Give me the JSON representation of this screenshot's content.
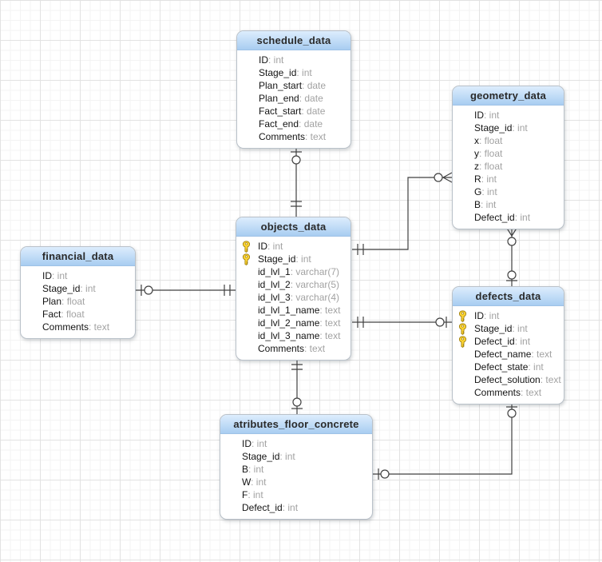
{
  "diagram": {
    "type": "entity-relationship-diagram",
    "colors": {
      "header_gradient_top": "#ddedfd",
      "header_gradient_bottom": "#a8cdf1",
      "relationship_line": "#404040",
      "field_name_text": "#141414",
      "field_type_text": "#a2a2a2",
      "key_icon": "#ffd633"
    },
    "tables": [
      {
        "name": "schedule_data",
        "fields": [
          {
            "name": "ID",
            "type": "int",
            "key": false
          },
          {
            "name": "Stage_id",
            "type": "int",
            "key": false
          },
          {
            "name": "Plan_start",
            "type": "date",
            "key": false
          },
          {
            "name": "Plan_end",
            "type": "date",
            "key": false
          },
          {
            "name": "Fact_start",
            "type": "date",
            "key": false
          },
          {
            "name": "Fact_end",
            "type": "date",
            "key": false
          },
          {
            "name": "Comments",
            "type": "text",
            "key": false
          }
        ]
      },
      {
        "name": "geometry_data",
        "fields": [
          {
            "name": "ID",
            "type": "int",
            "key": false
          },
          {
            "name": "Stage_id",
            "type": "int",
            "key": false
          },
          {
            "name": "x",
            "type": "float",
            "key": false
          },
          {
            "name": "y",
            "type": "float",
            "key": false
          },
          {
            "name": "z",
            "type": "float",
            "key": false
          },
          {
            "name": "R",
            "type": "int",
            "key": false
          },
          {
            "name": "G",
            "type": "int",
            "key": false
          },
          {
            "name": "B",
            "type": "int",
            "key": false
          },
          {
            "name": "Defect_id",
            "type": "int",
            "key": false
          }
        ]
      },
      {
        "name": "objects_data",
        "fields": [
          {
            "name": "ID",
            "type": "int",
            "key": true
          },
          {
            "name": "Stage_id",
            "type": "int",
            "key": true
          },
          {
            "name": "id_lvl_1",
            "type": "varchar(7)",
            "key": false
          },
          {
            "name": "id_lvl_2",
            "type": "varchar(5)",
            "key": false
          },
          {
            "name": "id_lvl_3",
            "type": "varchar(4)",
            "key": false
          },
          {
            "name": "id_lvl_1_name",
            "type": "text",
            "key": false
          },
          {
            "name": "id_lvl_2_name",
            "type": "text",
            "key": false
          },
          {
            "name": "id_lvl_3_name",
            "type": "text",
            "key": false
          },
          {
            "name": "Comments",
            "type": "text",
            "key": false
          }
        ]
      },
      {
        "name": "financial_data",
        "fields": [
          {
            "name": "ID",
            "type": "int",
            "key": false
          },
          {
            "name": "Stage_id",
            "type": "int",
            "key": false
          },
          {
            "name": "Plan",
            "type": "float",
            "key": false
          },
          {
            "name": "Fact",
            "type": "float",
            "key": false
          },
          {
            "name": "Comments",
            "type": "text",
            "key": false
          }
        ]
      },
      {
        "name": "defects_data",
        "fields": [
          {
            "name": "ID",
            "type": "int",
            "key": true
          },
          {
            "name": "Stage_id",
            "type": "int",
            "key": true
          },
          {
            "name": "Defect_id",
            "type": "int",
            "key": true
          },
          {
            "name": "Defect_name",
            "type": "text",
            "key": false
          },
          {
            "name": "Defect_state",
            "type": "int",
            "key": false
          },
          {
            "name": "Defect_solution",
            "type": "text",
            "key": false
          },
          {
            "name": "Comments",
            "type": "text",
            "key": false
          }
        ]
      },
      {
        "name": "atributes_floor_concrete",
        "fields": [
          {
            "name": "ID",
            "type": "int",
            "key": false
          },
          {
            "name": "Stage_id",
            "type": "int",
            "key": false
          },
          {
            "name": "B",
            "type": "int",
            "key": false
          },
          {
            "name": "W",
            "type": "int",
            "key": false
          },
          {
            "name": "F",
            "type": "int",
            "key": false
          },
          {
            "name": "Defect_id",
            "type": "int",
            "key": false
          }
        ]
      }
    ],
    "relationships": [
      {
        "from": "schedule_data",
        "to": "objects_data",
        "from_cardinality": "zero-or-one",
        "to_cardinality": "exactly-one"
      },
      {
        "from": "objects_data",
        "to": "geometry_data",
        "from_cardinality": "exactly-one",
        "to_cardinality": "zero-or-many"
      },
      {
        "from": "financial_data",
        "to": "objects_data",
        "from_cardinality": "zero-or-one",
        "to_cardinality": "exactly-one"
      },
      {
        "from": "objects_data",
        "to": "defects_data",
        "from_cardinality": "exactly-one",
        "to_cardinality": "zero-or-one"
      },
      {
        "from": "objects_data",
        "to": "atributes_floor_concrete",
        "from_cardinality": "exactly-one",
        "to_cardinality": "zero-or-one"
      },
      {
        "from": "geometry_data",
        "to": "defects_data",
        "from_cardinality": "zero-or-many",
        "to_cardinality": "zero-or-one"
      },
      {
        "from": "defects_data",
        "to": "atributes_floor_concrete",
        "from_cardinality": "zero-or-one",
        "to_cardinality": "zero-or-one"
      }
    ]
  }
}
